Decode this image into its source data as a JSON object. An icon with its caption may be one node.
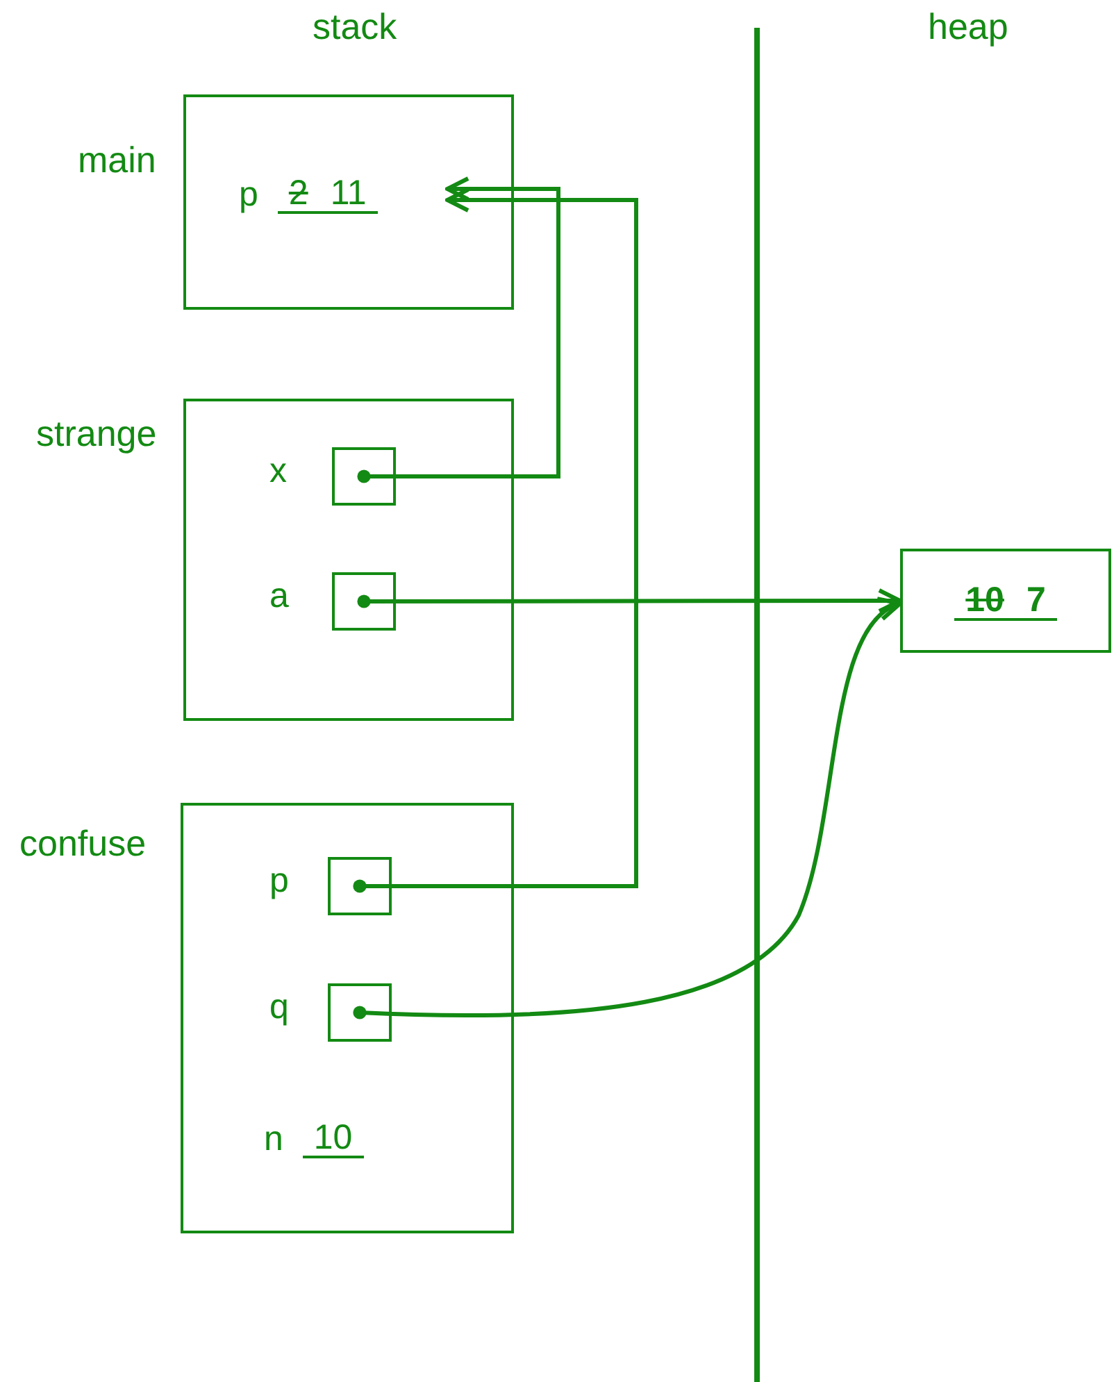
{
  "diagram": {
    "nodes": [
      {
        "text": [
          "main"
        ]
      },
      {
        "text": [
          "p",
          "2",
          "11"
        ],
        "in": 0
      },
      {
        "text": [
          "strange"
        ]
      },
      {
        "text": [
          "x"
        ],
        "in": 2
      },
      {
        "text": [
          "a"
        ],
        "in": 2
      },
      {
        "text": [
          "confuse"
        ]
      },
      {
        "text": [
          "p"
        ],
        "in": 5
      },
      {
        "text": [
          "q"
        ],
        "in": 5
      },
      {
        "text": [
          "n",
          "10"
        ],
        "in": 5
      },
      {
        "text": [
          "10",
          "7"
        ]
      }
    ],
    "edges": [
      {
        "from": 3,
        "to": 1,
        "arrow": "to"
      },
      {
        "from": 6,
        "to": 1,
        "arrow": "to"
      },
      {
        "from": 4,
        "to": 9,
        "arrow": "to"
      },
      {
        "from": 7,
        "to": 9,
        "arrow": "to"
      }
    ],
    "labels": [
      "stack",
      "heap"
    ]
  }
}
